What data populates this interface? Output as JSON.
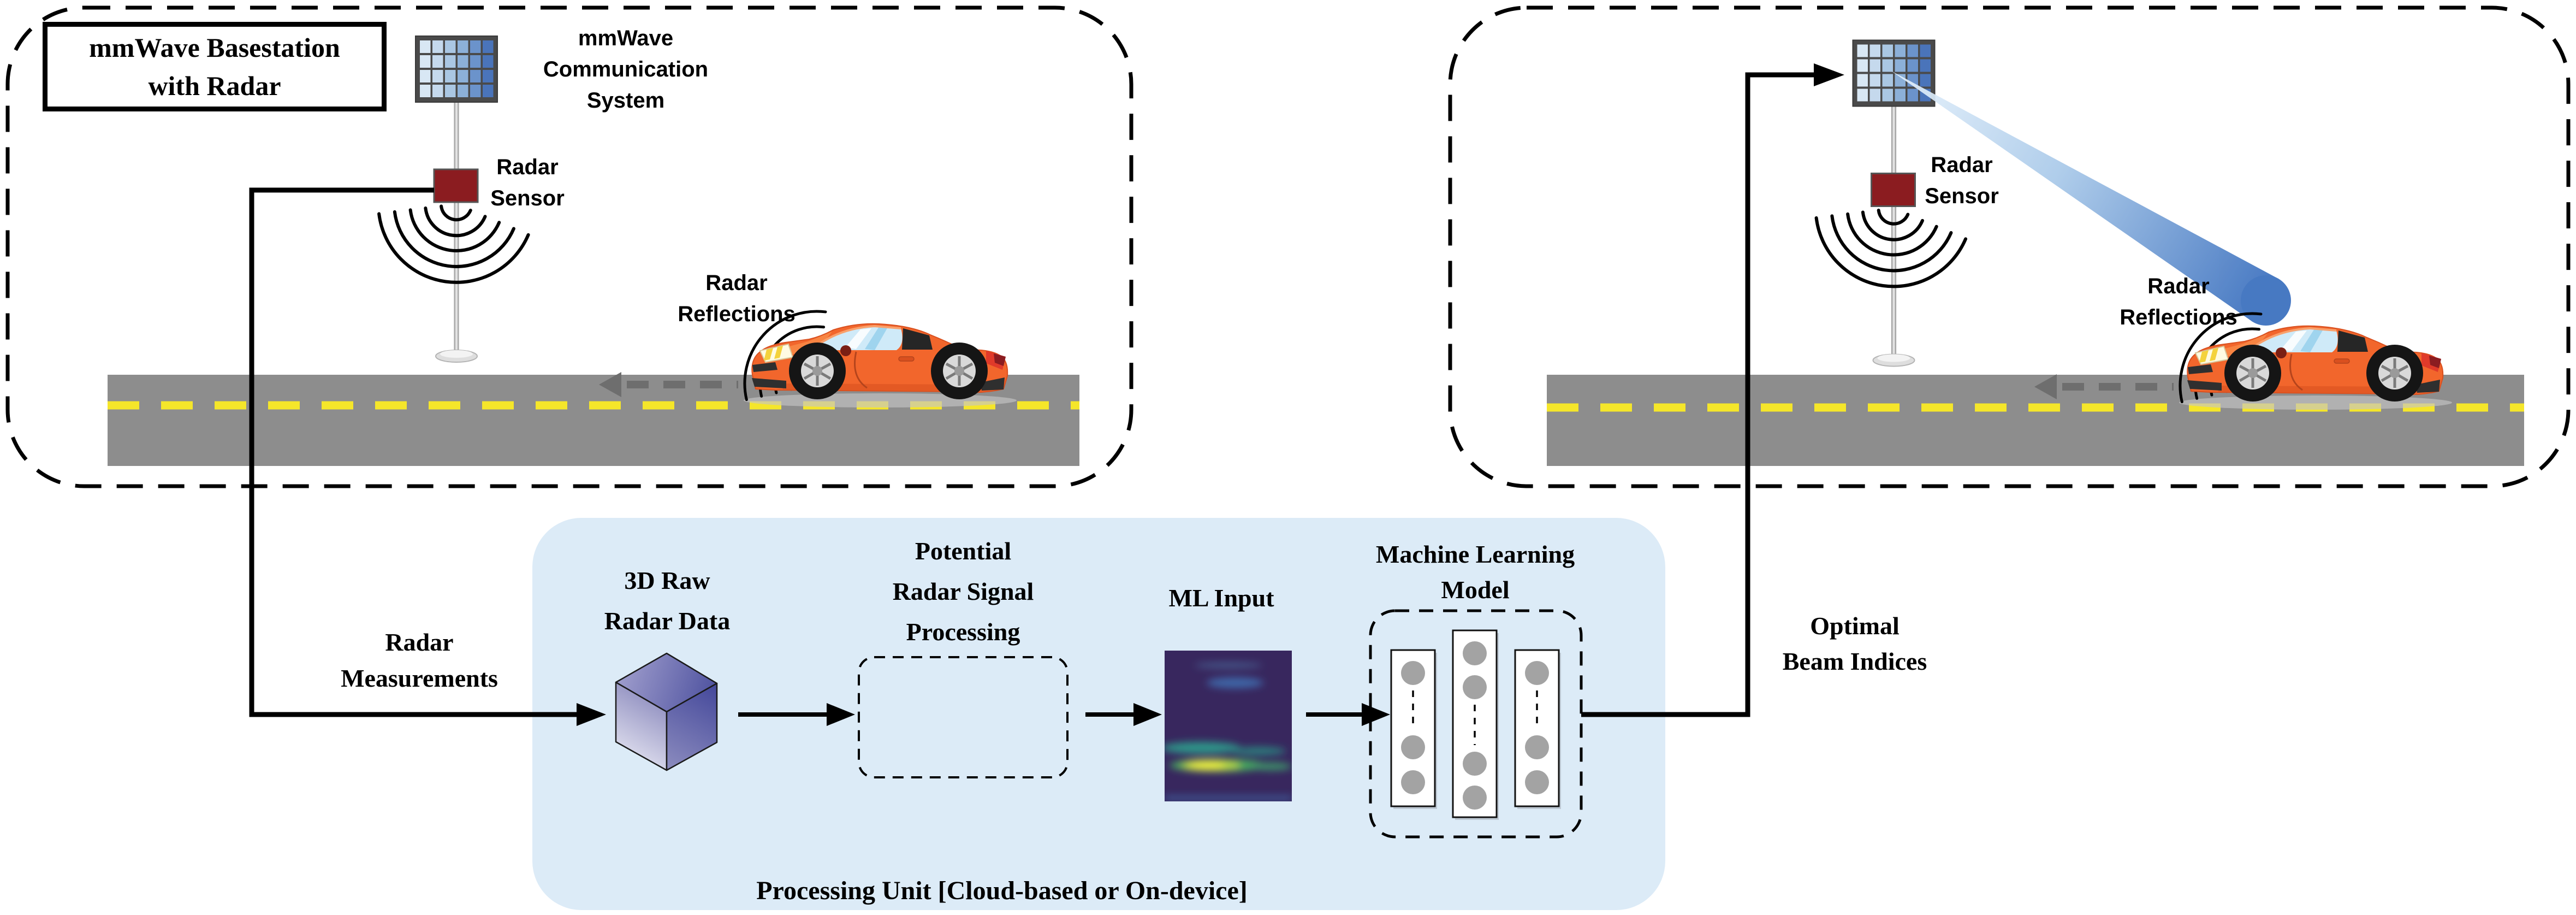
{
  "left_panel": {
    "title_lines": [
      "mmWave Basestation",
      "with Radar"
    ],
    "comm_label_lines": [
      "mmWave",
      "Communication",
      "System"
    ],
    "sensor_label_lines": [
      "Radar",
      "Sensor"
    ],
    "reflections_label_lines": [
      "Radar",
      "Reflections"
    ]
  },
  "right_panel": {
    "sensor_label_lines": [
      "Radar",
      "Sensor"
    ],
    "reflections_label_lines": [
      "Radar",
      "Reflections"
    ]
  },
  "pipeline": {
    "input_label_lines": [
      "Radar",
      "Measurements"
    ],
    "output_label_lines": [
      "Optimal",
      "Beam Indices"
    ],
    "caption": "Processing Unit [Cloud-based or On-device]",
    "stage_raw_lines": [
      "3D Raw",
      "Radar Data"
    ],
    "stage_processing_lines": [
      "Potential",
      "Radar Signal",
      "Processing"
    ],
    "stage_ml_input_label": "ML Input",
    "stage_model_lines": [
      "Machine Learning",
      "Model"
    ]
  },
  "colors": {
    "processing_panel_bg": "#dcebf7",
    "road": "#8d8d8d",
    "lane_marking": "#f5e62a",
    "radar_sensor": "#8b1c20",
    "beam_light": "#e8f3fc",
    "beam_dark": "#3a6fbe",
    "car_body": "#f2662c",
    "antenna_cell_light": "#d8e7f4",
    "antenna_cell_dark": "#4a74ba",
    "line_color": "#000000"
  }
}
